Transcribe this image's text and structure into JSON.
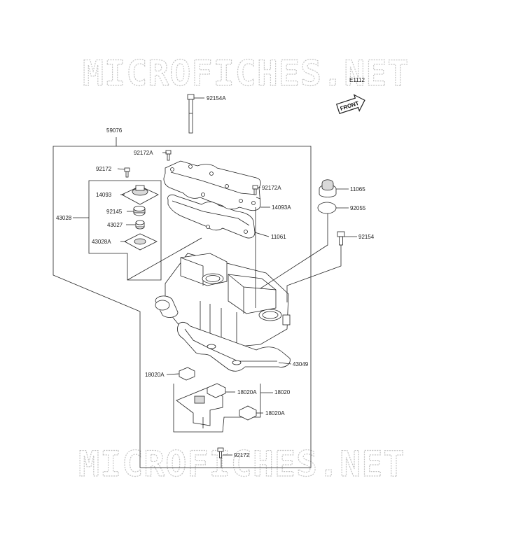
{
  "watermark": {
    "top": "MICROFICHES.NET",
    "bottom": "MICROFICHES.NET"
  },
  "front_badge": {
    "code": "E1112",
    "text": "FRONT"
  },
  "callouts": {
    "p92154A": "92154A",
    "p59076": "59076",
    "p92172A_top": "92172A",
    "p92172_left": "92172",
    "p14093": "14093",
    "p92145": "92145",
    "p43027": "43027",
    "p43028A": "43028A",
    "p43028": "43028",
    "p92172A_right": "92172A",
    "p14093A": "14093A",
    "p11061": "11061",
    "p11065": "11065",
    "p92055": "92055",
    "p92154": "92154",
    "p43049": "43049",
    "p18020A_left": "18020A",
    "p18020A_mid": "18020A",
    "p18020": "18020",
    "p18020A_low": "18020A",
    "p92172_bottom": "92172"
  }
}
